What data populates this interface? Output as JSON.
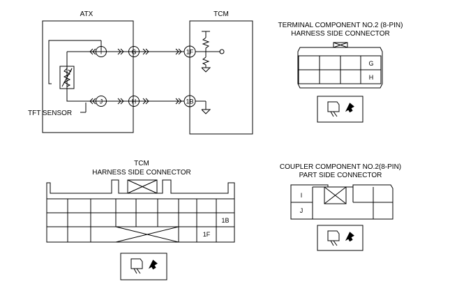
{
  "schematic": {
    "atx_label": "ATX",
    "tcm_label": "TCM",
    "sensor_label": "TFT SENSOR",
    "atx_pins": [
      "I",
      "G",
      "J",
      "H"
    ],
    "tcm_pins": [
      "1F",
      "1B"
    ]
  },
  "terminal_connector": {
    "title_line1": "TERMINAL COMPONENT NO.2 (8-PIN)",
    "title_line2": "HARNESS SIDE CONNECTOR",
    "pin_top": "G",
    "pin_bottom": "H"
  },
  "tcm_connector": {
    "title_line1": "TCM",
    "title_line2": "HARNESS SIDE CONNECTOR",
    "pin_top": "1B",
    "pin_bottom": "1F"
  },
  "coupler_connector": {
    "title_line1": "COUPLER COMPONENT NO.2(8-PIN)",
    "title_line2": "PART SIDE CONNECTOR",
    "pin_top": "I",
    "pin_bottom": "J"
  },
  "colors": {
    "line": "#000000",
    "background": "#ffffff"
  }
}
